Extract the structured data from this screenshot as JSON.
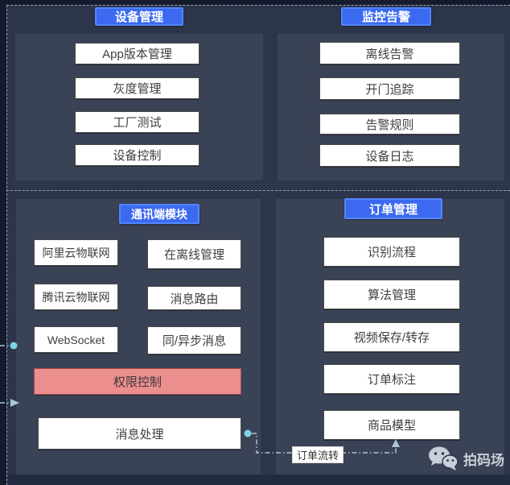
{
  "diagram": {
    "sections": {
      "device": {
        "title": "设备管理",
        "items": [
          "App版本管理",
          "灰度管理",
          "工厂测试",
          "设备控制"
        ]
      },
      "monitor": {
        "title": "监控告警",
        "items": [
          "离线告警",
          "开门追踪",
          "告警规则",
          "设备日志"
        ]
      },
      "comm": {
        "title": "通讯端模块",
        "left_items": [
          "阿里云物联网",
          "腾讯云物联网",
          "WebSocket"
        ],
        "right_items": [
          "在离线管理",
          "消息路由",
          "同/异步消息"
        ],
        "highlight_item": "权限控制",
        "wide_item": "消息处理"
      },
      "order": {
        "title": "订单管理",
        "items": [
          "识别流程",
          "算法管理",
          "视频保存/转存",
          "订单标注",
          "商品模型"
        ]
      }
    },
    "flow_label": "订单流转",
    "watermark": "拍码场",
    "colors": {
      "title_bg": "#3b6af0",
      "title_border": "#5286ff",
      "highlight_bg": "#ec8e8e",
      "highlight_border": "#a94a4a",
      "node_bg": "#ffffff",
      "panel_bg": "#3a4255",
      "canvas_bg": "#2c354a",
      "outer_bg": "#131b2d",
      "dashed_border": "#98a1b1",
      "connector_line": "#a9c7d4",
      "connector_dot": "#7fd3e6",
      "watermark_color": "#c9cfd8"
    }
  }
}
